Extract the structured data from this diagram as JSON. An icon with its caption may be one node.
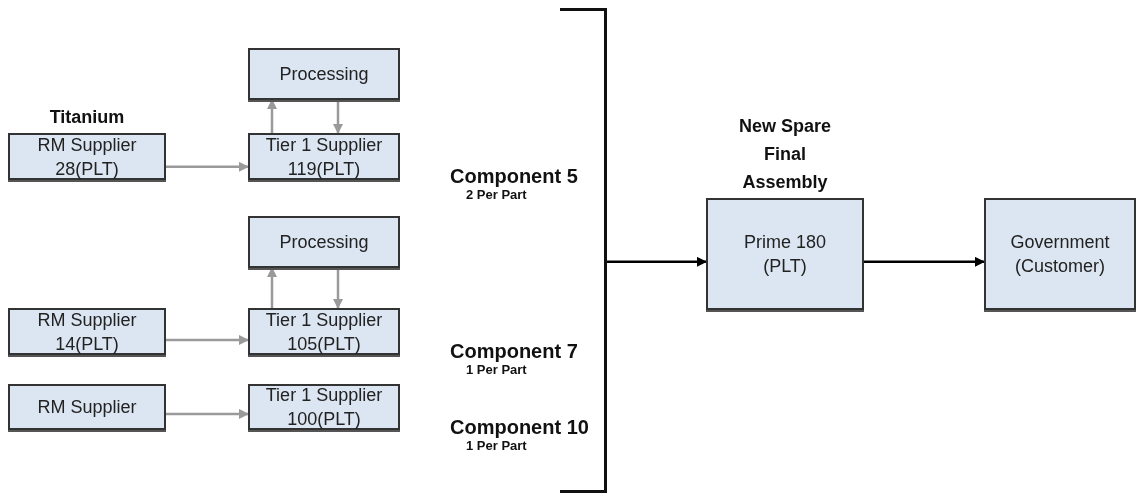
{
  "diagram": {
    "nodes": [
      {
        "text": [
          "Processing"
        ]
      },
      {
        "text": [
          "Titanium",
          "RM Supplier 28(PLT)"
        ]
      },
      {
        "text": [
          "Tier 1 Supplier 119(PLT)"
        ],
        "beside": [
          "Component 5",
          "2 Per Part"
        ]
      },
      {
        "text": [
          "Processing"
        ]
      },
      {
        "text": [
          "RM Supplier 14(PLT)"
        ]
      },
      {
        "text": [
          "Tier 1 Supplier 105(PLT)"
        ],
        "beside": [
          "Component 7",
          "1 Per Part"
        ]
      },
      {
        "text": [
          "RM Supplier"
        ]
      },
      {
        "text": [
          "Tier 1 Supplier 100(PLT)"
        ],
        "beside": [
          "Component 10",
          "1 Per Part"
        ]
      },
      {
        "text": [
          "New Spare Final Assembly",
          "Prime 180 (PLT)"
        ]
      },
      {
        "text": [
          "Government (Customer)"
        ]
      },
      {
        "text": [],
        "shape": "bracket"
      }
    ],
    "edges": [
      {
        "from": 1,
        "to": 2,
        "arrow": "to"
      },
      {
        "from": 2,
        "to": 0,
        "arrow": "to"
      },
      {
        "from": 0,
        "to": 2,
        "arrow": "to"
      },
      {
        "from": 4,
        "to": 5,
        "arrow": "to"
      },
      {
        "from": 5,
        "to": 3,
        "arrow": "to"
      },
      {
        "from": 3,
        "to": 5,
        "arrow": "to"
      },
      {
        "from": 6,
        "to": 7,
        "arrow": "to"
      },
      {
        "from": 10,
        "to": 8,
        "arrow": "to",
        "color": "#000000"
      },
      {
        "from": 8,
        "to": 9,
        "arrow": "to",
        "color": "#000000"
      }
    ]
  }
}
